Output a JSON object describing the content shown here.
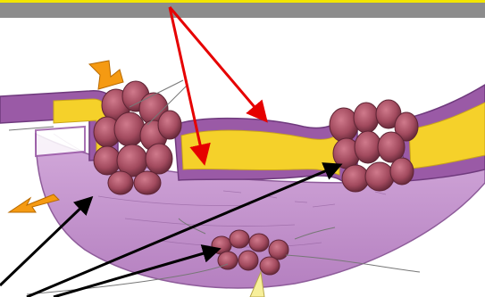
{
  "diagram": {
    "colors": {
      "header_bar": "#8c8c8c",
      "header_stripe": "#f2e500",
      "tissue": "#c79ad0",
      "tissue_shadow": "#a978b4",
      "membrane": "#9a5aa6",
      "membrane_dark": "#6f3a7d",
      "core": "#f5d12a",
      "nodule": "#a24a5e",
      "nodule_dark": "#5e2434",
      "red_arrow": "#e60000",
      "black_arrow": "#000000",
      "orange_arrow": "#f59a12",
      "nerve": "#777777"
    },
    "red_arrow_count": 2,
    "black_arrow_count": 3,
    "orange_arrow_count": 2
  }
}
